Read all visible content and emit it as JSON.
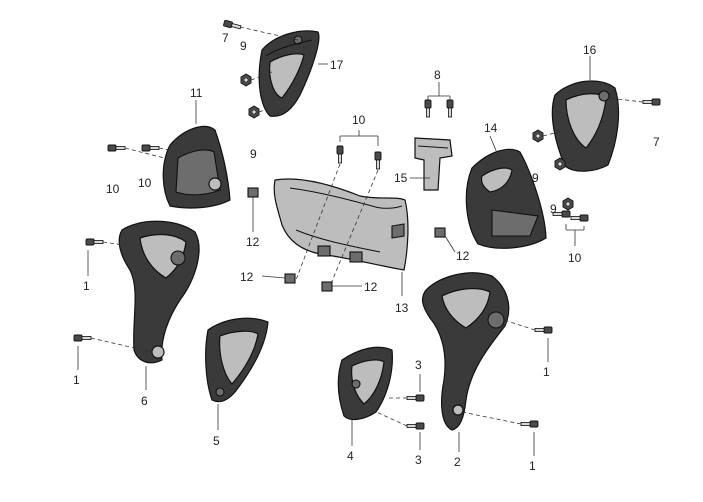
{
  "callouts": {
    "c1a": "1",
    "c1b": "1",
    "c1c": "1",
    "c1d": "1",
    "c2": "2",
    "c3a": "3",
    "c3b": "3",
    "c4": "4",
    "c5": "5",
    "c6": "6",
    "c7a": "7",
    "c7b": "7",
    "c8": "8",
    "c9a": "9",
    "c9b": "9",
    "c9c": "9",
    "c9d": "9",
    "c10a": "10",
    "c10b": "10",
    "c10c": "10",
    "c10d": "10",
    "c11": "11",
    "c12a": "12",
    "c12b": "12",
    "c12c": "12",
    "c12d": "12",
    "c13": "13",
    "c14": "14",
    "c15": "15",
    "c16": "16",
    "c17": "17"
  },
  "icons": {
    "bolt": "flange-bolt-icon",
    "nut": "nut-icon",
    "clip": "clip-icon"
  }
}
